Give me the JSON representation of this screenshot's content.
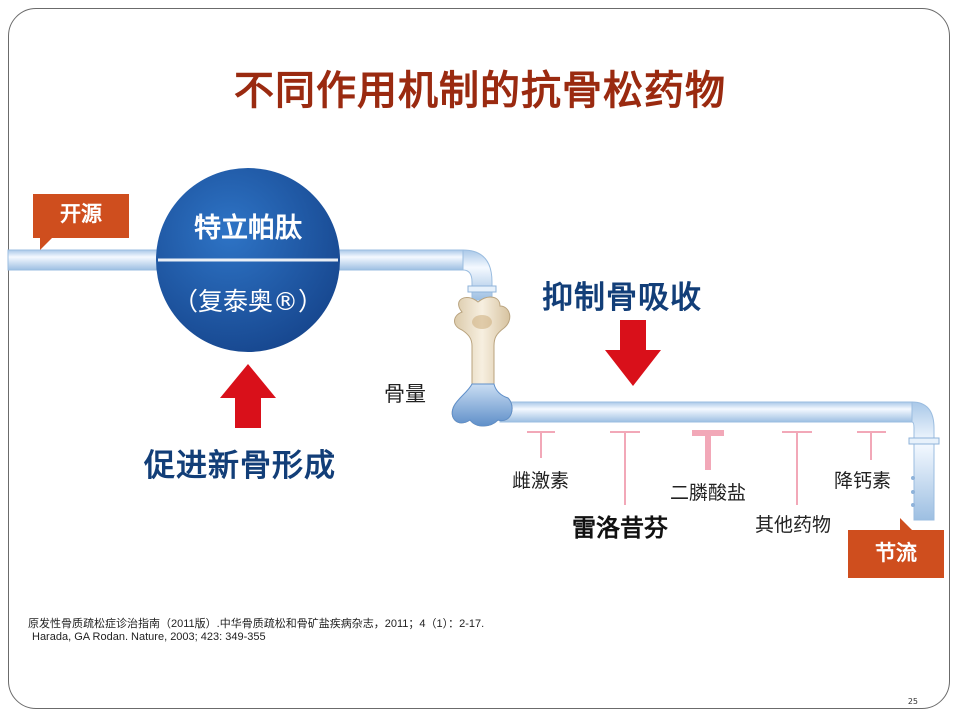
{
  "title": "不同作用机制的抗骨松药物",
  "left_tag": "开源",
  "right_tag": "节流",
  "circle": {
    "line1": "特立帕肽",
    "line2": "（复泰奥®）"
  },
  "promote_label": "促进新骨形成",
  "inhibit_label": "抑制骨吸收",
  "bone_label": "骨量",
  "drugs": {
    "bazedoxifene": "雌激素",
    "bisphosphonate": "二膦酸盐",
    "calcitonin": "降钙素",
    "raloxifene": "雷洛昔芬",
    "other": "其他药物"
  },
  "references": [
    "原发性骨质疏松症诊治指南（2011版）.中华骨质疏松和骨矿盐疾病杂志，2011；4（1）：2-17.",
    "Harada, GA Rodan. Nature, 2003; 423: 349-355"
  ],
  "page_number": "25",
  "colors": {
    "title": "#9a2a10",
    "tag_fill": "#cf4e1e",
    "circle_fill": "#1f5aa6",
    "arrow_red": "#d9101a",
    "blue_text": "#123e78",
    "pipe": "#cfe2f3",
    "plug_pink": "#f2a8b8"
  }
}
